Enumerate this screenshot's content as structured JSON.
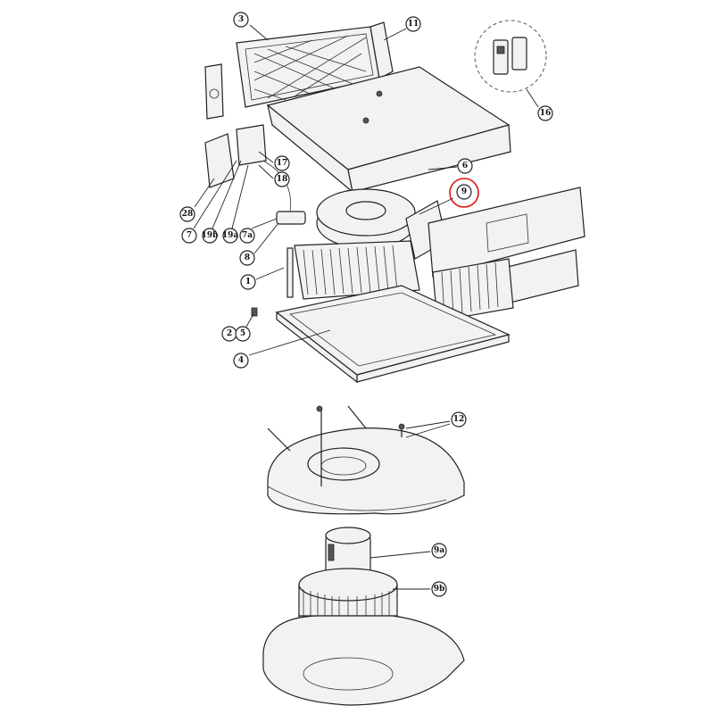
{
  "diagram": {
    "highlight_color": "#dd1111",
    "highlighted_part": "9",
    "callouts": {
      "c3": "3",
      "c11": "11",
      "c16": "16",
      "c6": "6",
      "c9": "9",
      "c17": "17",
      "c18": "18",
      "c28": "28",
      "c7": "7",
      "c19b": "19b",
      "c19a": "19a",
      "c7a": "7a",
      "c8": "8",
      "c1": "1",
      "c2": "2",
      "c5": "5",
      "c4": "4",
      "c12": "12",
      "c9a": "9a",
      "c9b": "9b"
    }
  }
}
